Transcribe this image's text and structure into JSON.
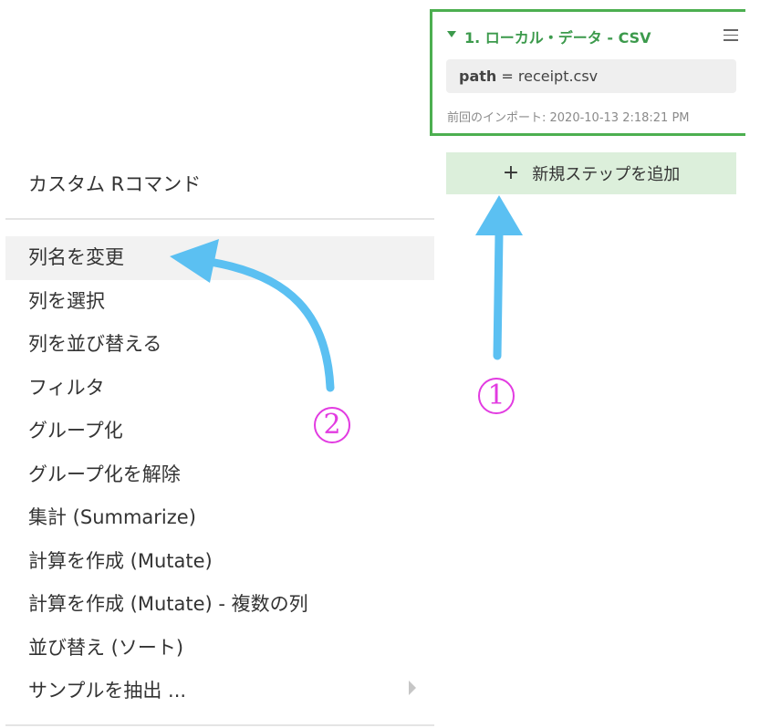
{
  "step_card": {
    "title": "1. ローカル・データ - CSV",
    "param_key": "path",
    "param_sep": " = ",
    "param_value": "receipt.csv",
    "import_time": "前回のインポート: 2020-10-13 2:18:21 PM"
  },
  "add_step": {
    "plus": "+",
    "label": "新規ステップを追加"
  },
  "menu": {
    "header": "カスタム Rコマンド",
    "items": [
      "列名を変更",
      "列を選択",
      "列を並び替える",
      "フィルタ",
      "グループ化",
      "グループ化を解除",
      "集計 (Summarize)",
      "計算を作成 (Mutate)",
      "計算を作成 (Mutate) - 複数の列",
      "並び替え (ソート)",
      "サンプルを抽出 ..."
    ]
  },
  "annotations": {
    "badge_1": "1",
    "badge_2": "2",
    "color": "#e23be1",
    "arrow_color": "#5bc0f2"
  }
}
